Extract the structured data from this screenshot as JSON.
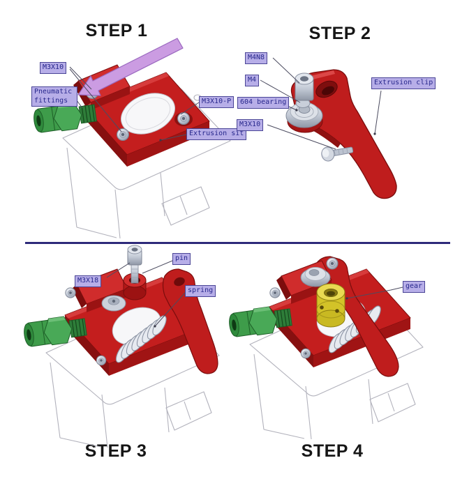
{
  "steps": {
    "step1": {
      "title": "STEP 1",
      "labels": {
        "m3x10": "M3X10",
        "pneumatic_fittings": "Pneumatic fittings",
        "m3x10_p": "M3X10-P",
        "extrusion_sit": "Extrusion sit"
      }
    },
    "step2": {
      "title": "STEP 2",
      "labels": {
        "m4n8": "M4N8",
        "m4": "M4",
        "bearing_604": "604 bearing",
        "m3x10": "M3X10",
        "extrusion_clip": "Extrusion clip"
      }
    },
    "step3": {
      "title": "STEP 3",
      "labels": {
        "m3x18": "M3X18",
        "pin": "pin",
        "spring": "spring"
      }
    },
    "step4": {
      "title": "STEP 4",
      "labels": {
        "gear": "gear"
      }
    }
  },
  "colors": {
    "background": "#ffffff",
    "body_red": "#c41e1e",
    "body_red_dark": "#871010",
    "fitting_green": "#3e9c4a",
    "gear_yellow": "#d3c328",
    "arrow_purple": "#cb9ce2",
    "metal_silver": "#c3cad6",
    "wireframe_gray": "#b2b2bc",
    "label_bg": "#b7aee8",
    "label_border": "#4a4596",
    "label_text": "#27278c",
    "leader_line": "#4c4c60",
    "divider": "#2e2a7a",
    "title_text": "#161616"
  }
}
